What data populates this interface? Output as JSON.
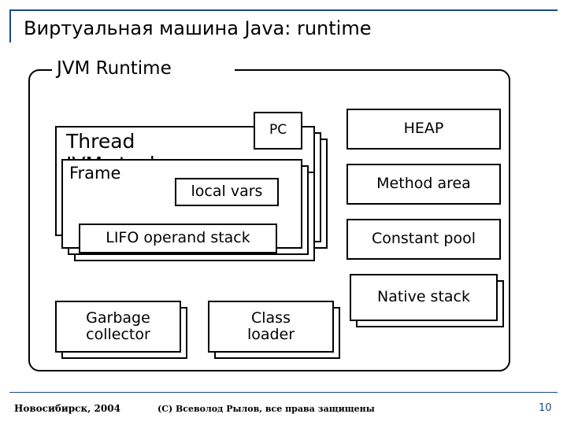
{
  "slide": {
    "title": "Виртуальная машина Java: runtime",
    "accent_color": "#1b4a8a",
    "footer": {
      "place": "Новосибирск, 2004",
      "copyright": "(С) Всеволод Рылов, все права защищены",
      "page_number": "10"
    }
  },
  "diagram": {
    "type": "block-diagram",
    "group_title": "JVM Runtime",
    "blocks": {
      "thread": "Thread\nJVM stack",
      "thread_line1": "Thread",
      "thread_line2": "JVM stack",
      "frame": "Frame",
      "local_vars": "local vars",
      "lifo_operand_stack": "LIFO operand stack",
      "pc": "PC",
      "heap": "HEAP",
      "method_area": "Method area",
      "constant_pool": "Constant pool",
      "native_stack": "Native stack",
      "garbage_collector": "Garbage\ncollector",
      "garbage_collector_line1": "Garbage",
      "garbage_collector_line2": "collector",
      "class_loader": "Class\nloader",
      "class_loader_line1": "Class",
      "class_loader_line2": "loader"
    }
  }
}
